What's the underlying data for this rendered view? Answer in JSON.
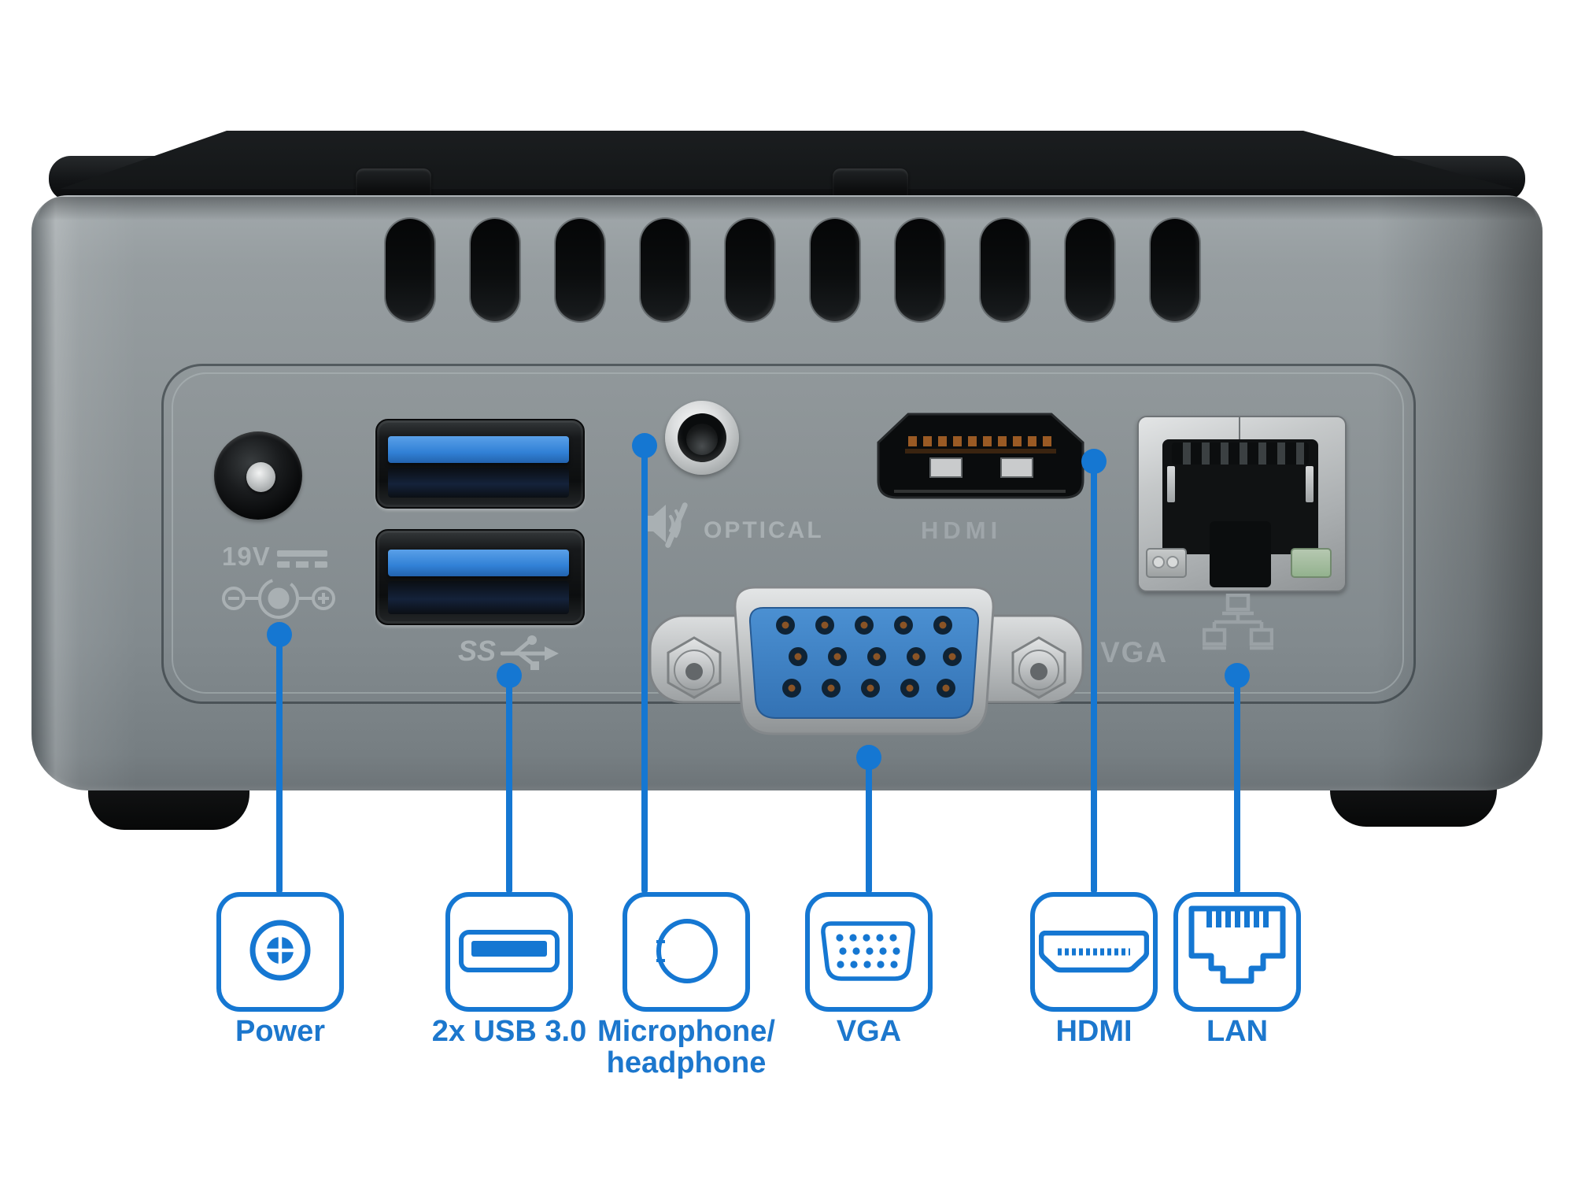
{
  "product": {
    "description": "Mini PC rear panel with annotated ports"
  },
  "panel_markings": {
    "voltage": "19V",
    "usb_speed": "SS",
    "optical": "OPTICAL",
    "hdmi": "HDMI",
    "vga": "VGA"
  },
  "callouts": [
    {
      "id": "power",
      "icon": "power-icon",
      "label": "Power"
    },
    {
      "id": "usb",
      "icon": "usb-icon",
      "label": "2x USB 3.0"
    },
    {
      "id": "microphone",
      "icon": "microphone-jack-icon",
      "label": "Microphone/",
      "label2": "headphone"
    },
    {
      "id": "vga",
      "icon": "vga-icon",
      "label": "VGA"
    },
    {
      "id": "hdmi",
      "icon": "hdmi-icon",
      "label": "HDMI"
    },
    {
      "id": "lan",
      "icon": "lan-icon",
      "label": "LAN"
    }
  ],
  "colors": {
    "accent_blue": "#1577d2",
    "label_blue": "#1c77cd",
    "panel_marking_gray": "#a9b0b3",
    "usb_tongue_blue": "#3181d6",
    "vga_insert_blue": "#3f86c7",
    "body_gray": "#8c9396",
    "lid_black": "#141618",
    "led_green": "#93b28e",
    "background": "#ffffff"
  }
}
